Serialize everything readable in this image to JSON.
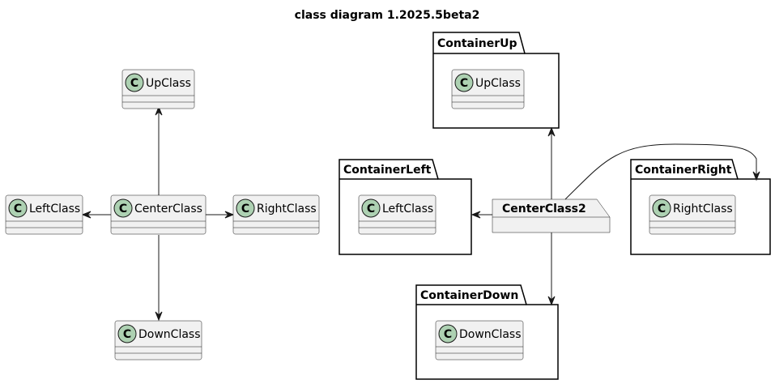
{
  "title": "class diagram 1.2025.5beta2",
  "class_icon_letter": "C",
  "left_diagram": {
    "up": "UpClass",
    "left": "LeftClass",
    "center": "CenterClass",
    "right": "RightClass",
    "down": "DownClass"
  },
  "right_diagram": {
    "center": "CenterClass2",
    "packages": {
      "up": {
        "name": "ContainerUp",
        "class": "UpClass"
      },
      "left": {
        "name": "ContainerLeft",
        "class": "LeftClass"
      },
      "right": {
        "name": "ContainerRight",
        "class": "RightClass"
      },
      "down": {
        "name": "ContainerDown",
        "class": "DownClass"
      }
    }
  },
  "colors": {
    "class_fill": "#f1f1f1",
    "class_icon": "#add1b2",
    "line": "#181818"
  }
}
